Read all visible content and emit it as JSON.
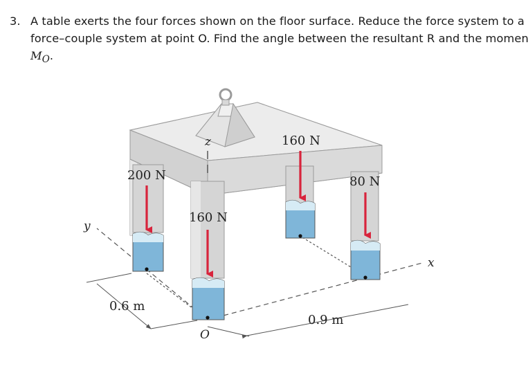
{
  "problem": {
    "number": "3.",
    "line1": "A table exerts the four forces shown on the floor surface. Reduce the force system to a",
    "line2": "force–couple system at point O. Find the angle between the resultant R and the moment",
    "line3_symbol": "M",
    "line3_subscript": "O",
    "line3_end": "."
  },
  "figure": {
    "forces": [
      {
        "label": "200 N"
      },
      {
        "label": "160 N"
      },
      {
        "label": "160 N"
      },
      {
        "label": "80 N"
      }
    ],
    "dimensions": {
      "depth": "0.6 m",
      "width": "0.9 m"
    },
    "axes": {
      "x": "x",
      "y": "y",
      "z": "z",
      "origin": "O"
    },
    "colors": {
      "table": "#dcdcdc",
      "table_edge": "#9a9a9a",
      "force_arrow": "#d8243c",
      "leg_cup": "#6fa8cf"
    }
  }
}
